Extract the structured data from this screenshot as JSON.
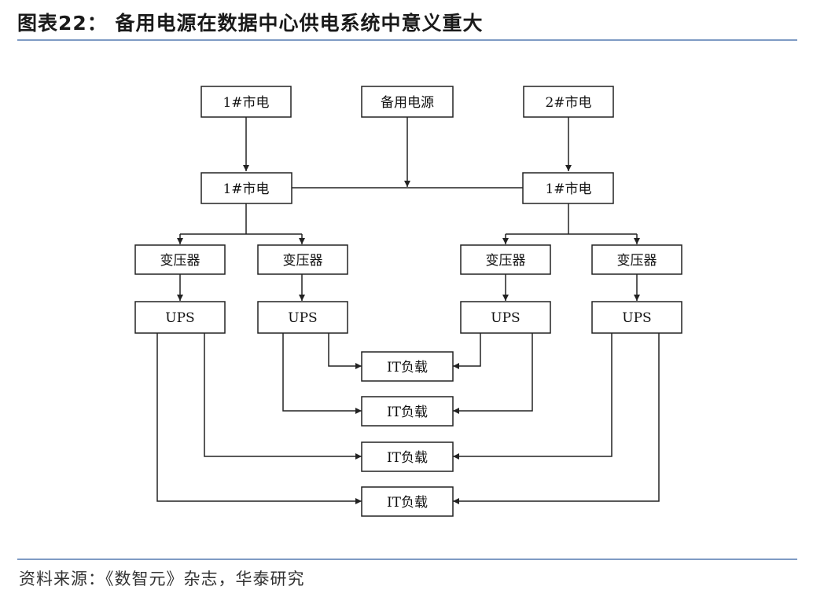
{
  "figure": {
    "title": "图表22：  备用电源在数据中心供电系统中意义重大",
    "source": "资料来源：《数智元》杂志，华泰研究"
  },
  "diagram": {
    "nodes": {
      "grid1_top": "1#市电",
      "backup": "备用电源",
      "grid2_top": "2#市电",
      "grid1_mid": "1#市电",
      "grid2_mid": "1#市电",
      "transformer1": "变压器",
      "transformer2": "变压器",
      "transformer3": "变压器",
      "transformer4": "变压器",
      "ups1": "UPS",
      "ups2": "UPS",
      "ups3": "UPS",
      "ups4": "UPS",
      "load1": "IT负载",
      "load2": "IT负载",
      "load3": "IT负载",
      "load4": "IT负载"
    }
  }
}
